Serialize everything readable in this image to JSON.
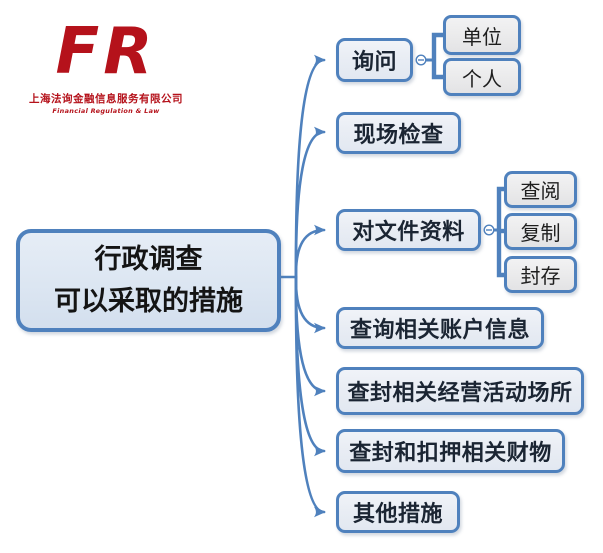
{
  "logo": {
    "monogram": "FR",
    "company_zh": "上海法询金融信息服务有限公司",
    "company_en": "Financial Regulation & Law"
  },
  "root": {
    "line1": "行政调查",
    "line2": "可以采取的措施"
  },
  "branches": [
    {
      "label": "询问",
      "children": [
        "单位",
        "个人"
      ]
    },
    {
      "label": "现场检查",
      "children": []
    },
    {
      "label": "对文件资料",
      "children": [
        "查阅",
        "复制",
        "封存"
      ]
    },
    {
      "label": "查询相关账户信息",
      "children": []
    },
    {
      "label": "查封相关经营活动场所",
      "children": []
    },
    {
      "label": "查封和扣押相关财物",
      "children": []
    },
    {
      "label": "其他措施",
      "children": []
    }
  ],
  "collapse_buttons": [
    {
      "for": "询问",
      "symbol": "−"
    },
    {
      "for": "对文件资料",
      "symbol": "−"
    }
  ],
  "colors": {
    "node_border": "#4f81bd",
    "connector": "#4f81bd",
    "root_fill": "#dce6f2",
    "branch_fill": "#e9edf4",
    "child_fill": "#ebebec",
    "text": "#1b2533",
    "logo_red": "#b5121b",
    "background": "#ffffff"
  }
}
